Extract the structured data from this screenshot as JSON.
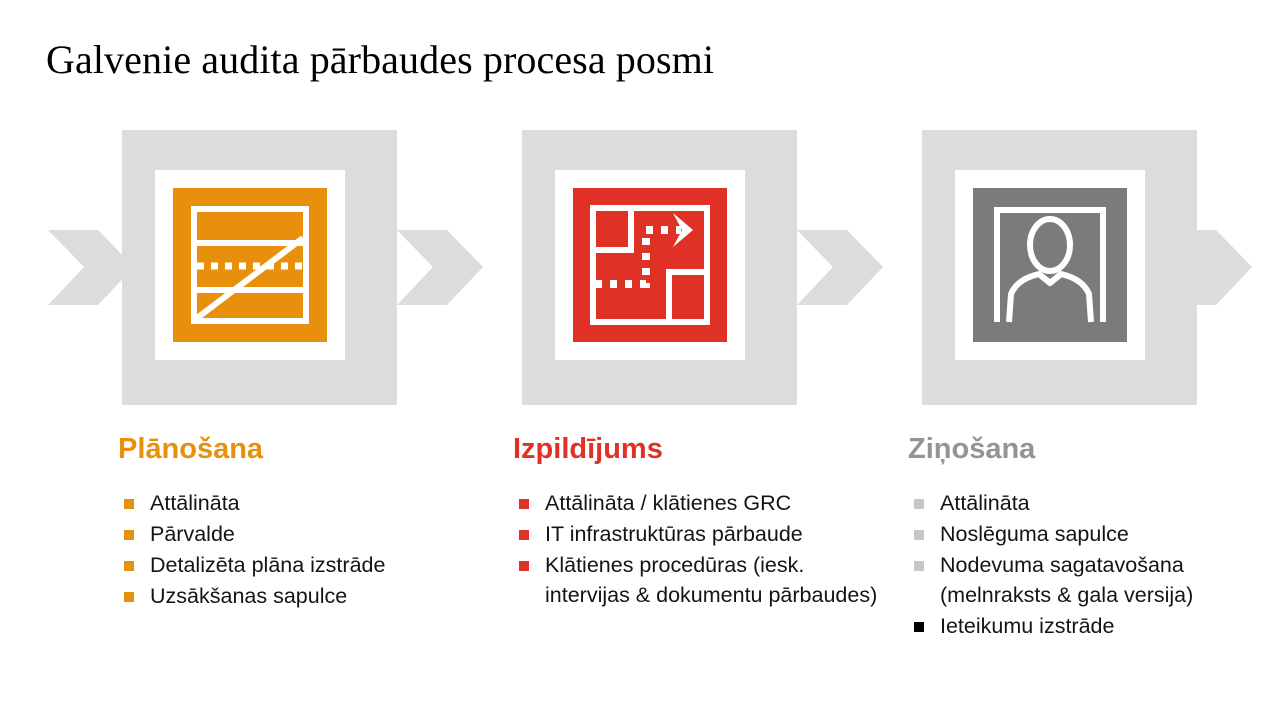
{
  "slide": {
    "title": "Galvenie audita pārbaudes procesa posmi",
    "background_color": "#FFFFFF"
  },
  "palette": {
    "orange": "#E8900C",
    "red": "#E03127",
    "gray": "#7B7B7B",
    "heading_gray": "#949494",
    "band_gray": "#DCDCDC",
    "bullet_gray": "#C6C6C6",
    "black": "#000000",
    "white": "#FFFFFF"
  },
  "process": {
    "band_color": "#DCDCDC",
    "stages": [
      {
        "id": "planosana",
        "heading": "Plānošana",
        "accent": "#E8900C",
        "icon_name": "audit-plan-chart-icon",
        "items": [
          {
            "text": "Attālināta",
            "marker": "#E8900C"
          },
          {
            "text": "Pārvalde",
            "marker": "#E8900C"
          },
          {
            "text": "Detalizēta plāna izstrāde",
            "marker": "#E8900C"
          },
          {
            "text": "Uzsākšanas sapulce",
            "marker": "#E8900C"
          }
        ]
      },
      {
        "id": "izpildijums",
        "heading": "Izpildījums",
        "accent": "#E03127",
        "icon_name": "floorplan-walkthrough-arrow-icon",
        "items": [
          {
            "text": "Attālināta / klātienes GRC",
            "marker": "#E03127"
          },
          {
            "text": "IT infrastruktūras pārbaude",
            "marker": "#E03127"
          },
          {
            "text": "Klātienes procedūras (iesk. intervijas & dokumentu pārbaudes)",
            "marker": "#E03127"
          }
        ]
      },
      {
        "id": "zinosana",
        "heading": "Ziņošana",
        "accent": "#949494",
        "icon_name": "presenter-person-frame-icon",
        "items": [
          {
            "text": "Attālināta",
            "marker": "#C6C6C6"
          },
          {
            "text": "Noslēguma sapulce",
            "marker": "#C6C6C6"
          },
          {
            "text": "Nodevuma sagatavošana (melnraksts & gala versija)",
            "marker": "#C6C6C6"
          },
          {
            "text": "Ieteikumu izstrāde",
            "marker": "#000000"
          }
        ]
      }
    ],
    "connector_icon_name": "chevron-right-icon",
    "connector_count": 4
  }
}
